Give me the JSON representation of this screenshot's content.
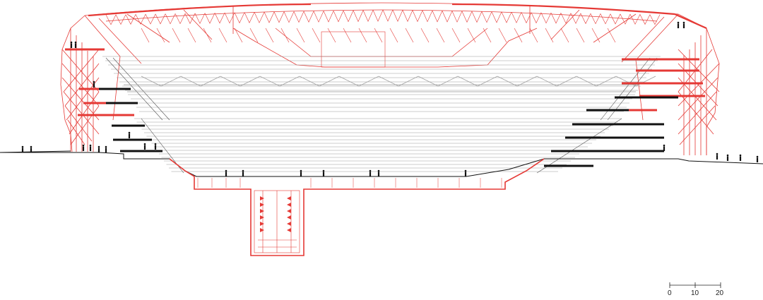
{
  "scale_bar": {
    "labels": [
      "0",
      "10",
      "20"
    ]
  },
  "colors": {
    "structure_red": "#e53935",
    "cut_black": "#111111",
    "seating_grey": "#9a9a9a",
    "light_grey": "#c8c8c8"
  }
}
